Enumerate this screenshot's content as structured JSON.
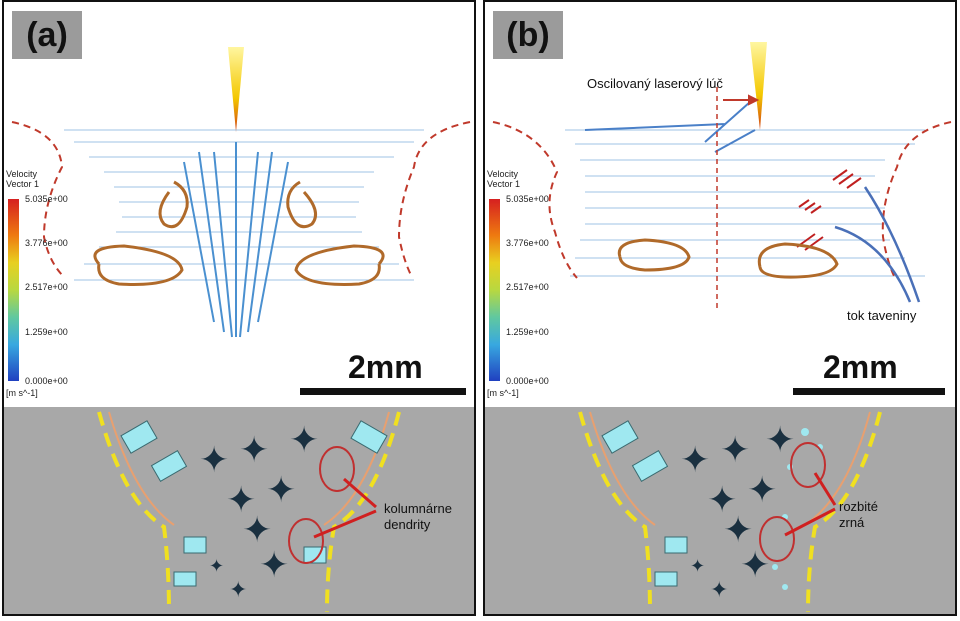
{
  "panels": [
    {
      "tag": "(a)",
      "legend": {
        "title": "Velocity\nVector 1",
        "ticks": [
          "5.035e+00",
          "3.776e+00",
          "2.517e+00",
          "1.259e+00",
          "0.000e+00"
        ],
        "unit": "[m s^-1]"
      },
      "scale_label": "2mm",
      "labels": {
        "dendrites": "kolumnárne\ndendrity"
      }
    },
    {
      "tag": "(b)",
      "legend": {
        "title": "Velocity\nVector 1",
        "ticks": [
          "5.035e+00",
          "3.776e+00",
          "2.517e+00",
          "1.259e+00",
          "0.000e+00"
        ],
        "unit": "[m s^-1]"
      },
      "scale_label": "2mm",
      "labels": {
        "beam": "Oscilovaný laserový lúč",
        "flow": "tok taveniny",
        "grains": "rozbité\nzrná"
      }
    }
  ],
  "colors": {
    "boundary": "#c0392b",
    "vortex": "#b06a2a",
    "vectors": "#6aa6d8",
    "laser": "#f2c400",
    "zone": "#f0e020",
    "crystal": "#9fe8f0"
  }
}
